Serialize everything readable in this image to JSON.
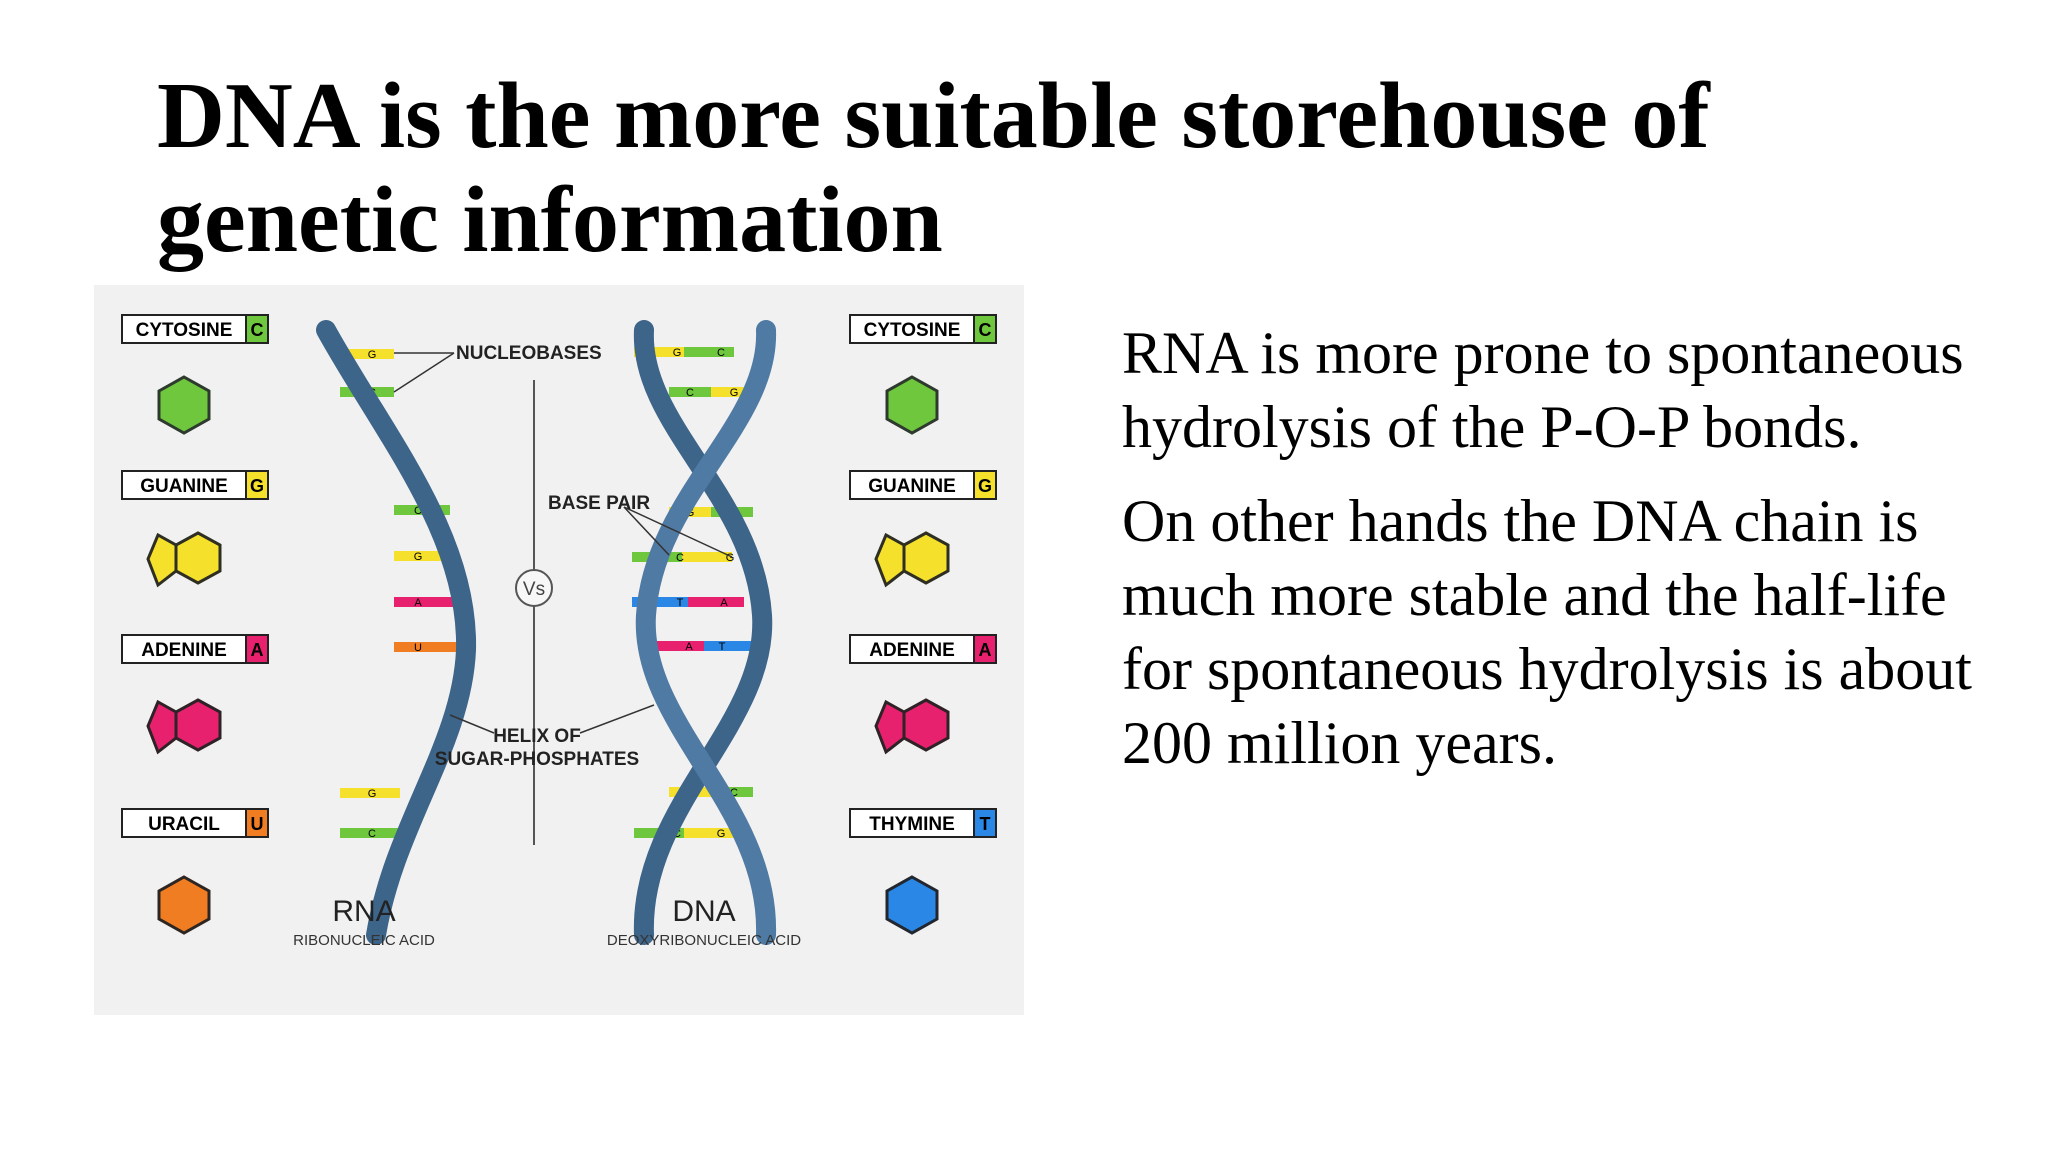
{
  "slide": {
    "title": "DNA is the more suitable storehouse of genetic information",
    "paragraphs": [
      "RNA is more prone to spontaneous hydrolysis of the P-O-P bonds.",
      "On other hands the DNA chain is much more stable and the half-life for spontaneous hydrolysis is about 200 million years."
    ]
  },
  "figure": {
    "left_bases": [
      {
        "name": "CYTOSINE",
        "letter": "C",
        "color": "#6fc73e"
      },
      {
        "name": "GUANINE",
        "letter": "G",
        "color": "#f5e02c"
      },
      {
        "name": "ADENINE",
        "letter": "A",
        "color": "#e8216f"
      },
      {
        "name": "URACIL",
        "letter": "U",
        "color": "#f07d22"
      }
    ],
    "right_bases": [
      {
        "name": "CYTOSINE",
        "letter": "C",
        "color": "#6fc73e"
      },
      {
        "name": "GUANINE",
        "letter": "G",
        "color": "#f5e02c"
      },
      {
        "name": "ADENINE",
        "letter": "A",
        "color": "#e8216f"
      },
      {
        "name": "THYMINE",
        "letter": "T",
        "color": "#2b87e5"
      }
    ],
    "labels": {
      "nucleobases": "NUCLEOBASES",
      "base_pair": "BASE PAIR",
      "helix_line1": "HELIX OF",
      "helix_line2": "SUGAR-PHOSPHATES",
      "vs": "Vs",
      "rna": "RNA",
      "rna_full": "RIBONUCLEIC ACID",
      "dna": "DNA",
      "dna_full": "DEOXYRIBONUCLEIC ACID"
    },
    "rna_rungs": [
      "G",
      "C",
      "C",
      "G",
      "A",
      "U",
      "G",
      "C"
    ],
    "dna_pairs": [
      [
        "G",
        "C"
      ],
      [
        "C",
        "G"
      ],
      [
        "G",
        "C"
      ],
      [
        "C",
        "G"
      ],
      [
        "T",
        "A"
      ],
      [
        "A",
        "T"
      ],
      [
        "G",
        "C"
      ],
      [
        "C",
        "G"
      ]
    ],
    "colors": {
      "helix": "#3d6489",
      "G": "#f5e02c",
      "C": "#6fc73e",
      "A": "#e8216f",
      "T": "#2b87e5",
      "U": "#f07d22"
    }
  }
}
